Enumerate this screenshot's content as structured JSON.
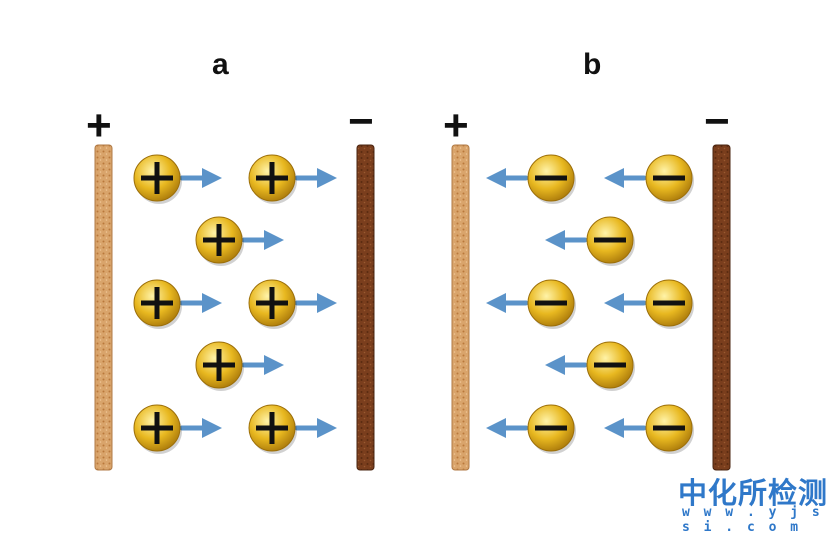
{
  "panels": [
    {
      "label": "a",
      "left_sign": "+",
      "right_sign": "−",
      "ion_sign": "+",
      "ion_direction": "right"
    },
    {
      "label": "b",
      "left_sign": "+",
      "right_sign": "−",
      "ion_sign": "−",
      "ion_direction": "left"
    }
  ],
  "watermark": {
    "title": "中化所检测",
    "url": "w w w . y j s s i . c o m"
  },
  "colors": {
    "ion_fill": "#e8b820",
    "ion_highlight": "#fff3a8",
    "arrow": "#5b93c9",
    "anode": "#d9a46b",
    "cathode": "#7a3e1d",
    "watermark": "#2f78c9"
  }
}
